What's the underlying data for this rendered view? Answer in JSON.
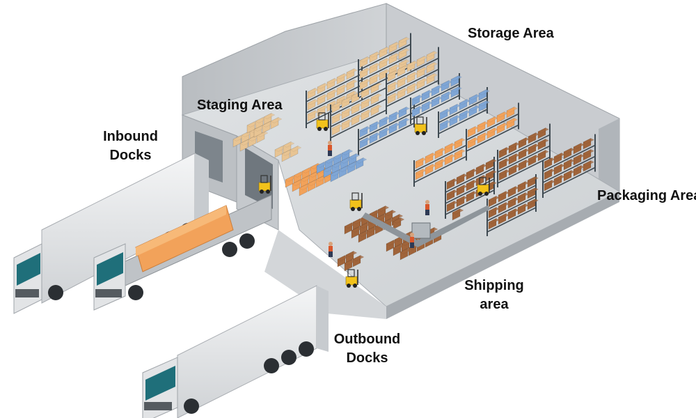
{
  "labels": {
    "storage": "Storage Area",
    "staging": "Staging Area",
    "inbound": [
      "Inbound",
      "Docks"
    ],
    "packaging": "Packaging Area",
    "shipping": [
      "Shipping",
      "area"
    ],
    "outbound": [
      "Outbound",
      "Docks"
    ]
  },
  "colors": {
    "floor": "#d6d9dc",
    "wall": "#c2c6ca",
    "rack": "#3f4a52",
    "box_tan": "#e8c493",
    "box_orange": "#f2a25a",
    "box_blue": "#7fa6d6",
    "box_brown": "#a0643a",
    "forklift": "#f2c21b",
    "truck": "#e7e8ea",
    "cab_glass": "#1f6f7a"
  },
  "icons": [
    "forklift-icon",
    "worker-icon",
    "truck-icon",
    "pallet-icon",
    "conveyor-icon",
    "shelf-rack-icon"
  ]
}
